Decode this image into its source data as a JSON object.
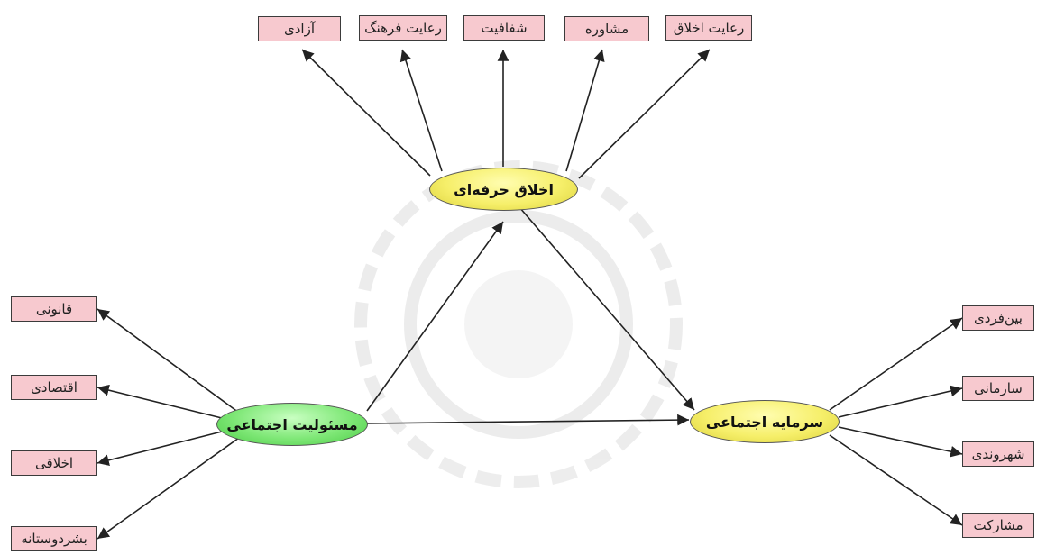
{
  "central": {
    "professional_ethics": "اخلاق حرفه‌ای",
    "social_responsibility": "مسئولیت اجتماعی",
    "social_capital": "سرمایه اجتماعی"
  },
  "top_items": [
    "آزادی",
    "رعایت فرهنگ",
    "شفافیت",
    "مشاوره",
    "رعایت اخلاق"
  ],
  "left_items": [
    "قانونی",
    "اقتصادی",
    "اخلاقی",
    "بشردوستانه"
  ],
  "right_items": [
    "بین‌فردی",
    "سازمانی",
    "شهروندی",
    "مشارکت"
  ],
  "colors": {
    "rect_fill": "#f7c9cf",
    "ellipse_yellow": "#f6ef6a",
    "ellipse_green": "#7ee776",
    "arrow": "#222222",
    "watermark": "#d7d7d7"
  }
}
